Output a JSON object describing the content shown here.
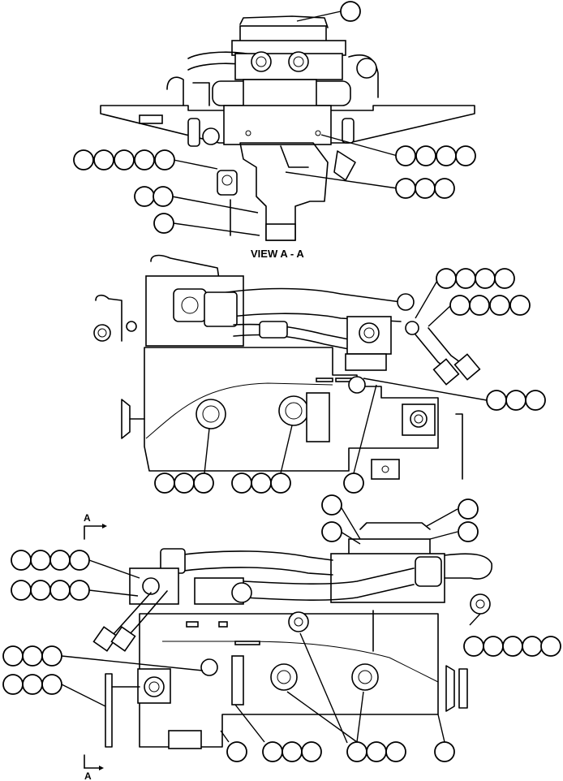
{
  "labels": {
    "view_title": "VIEW A - A",
    "section_arrow_top": "A",
    "section_arrow_bottom": "A"
  }
}
